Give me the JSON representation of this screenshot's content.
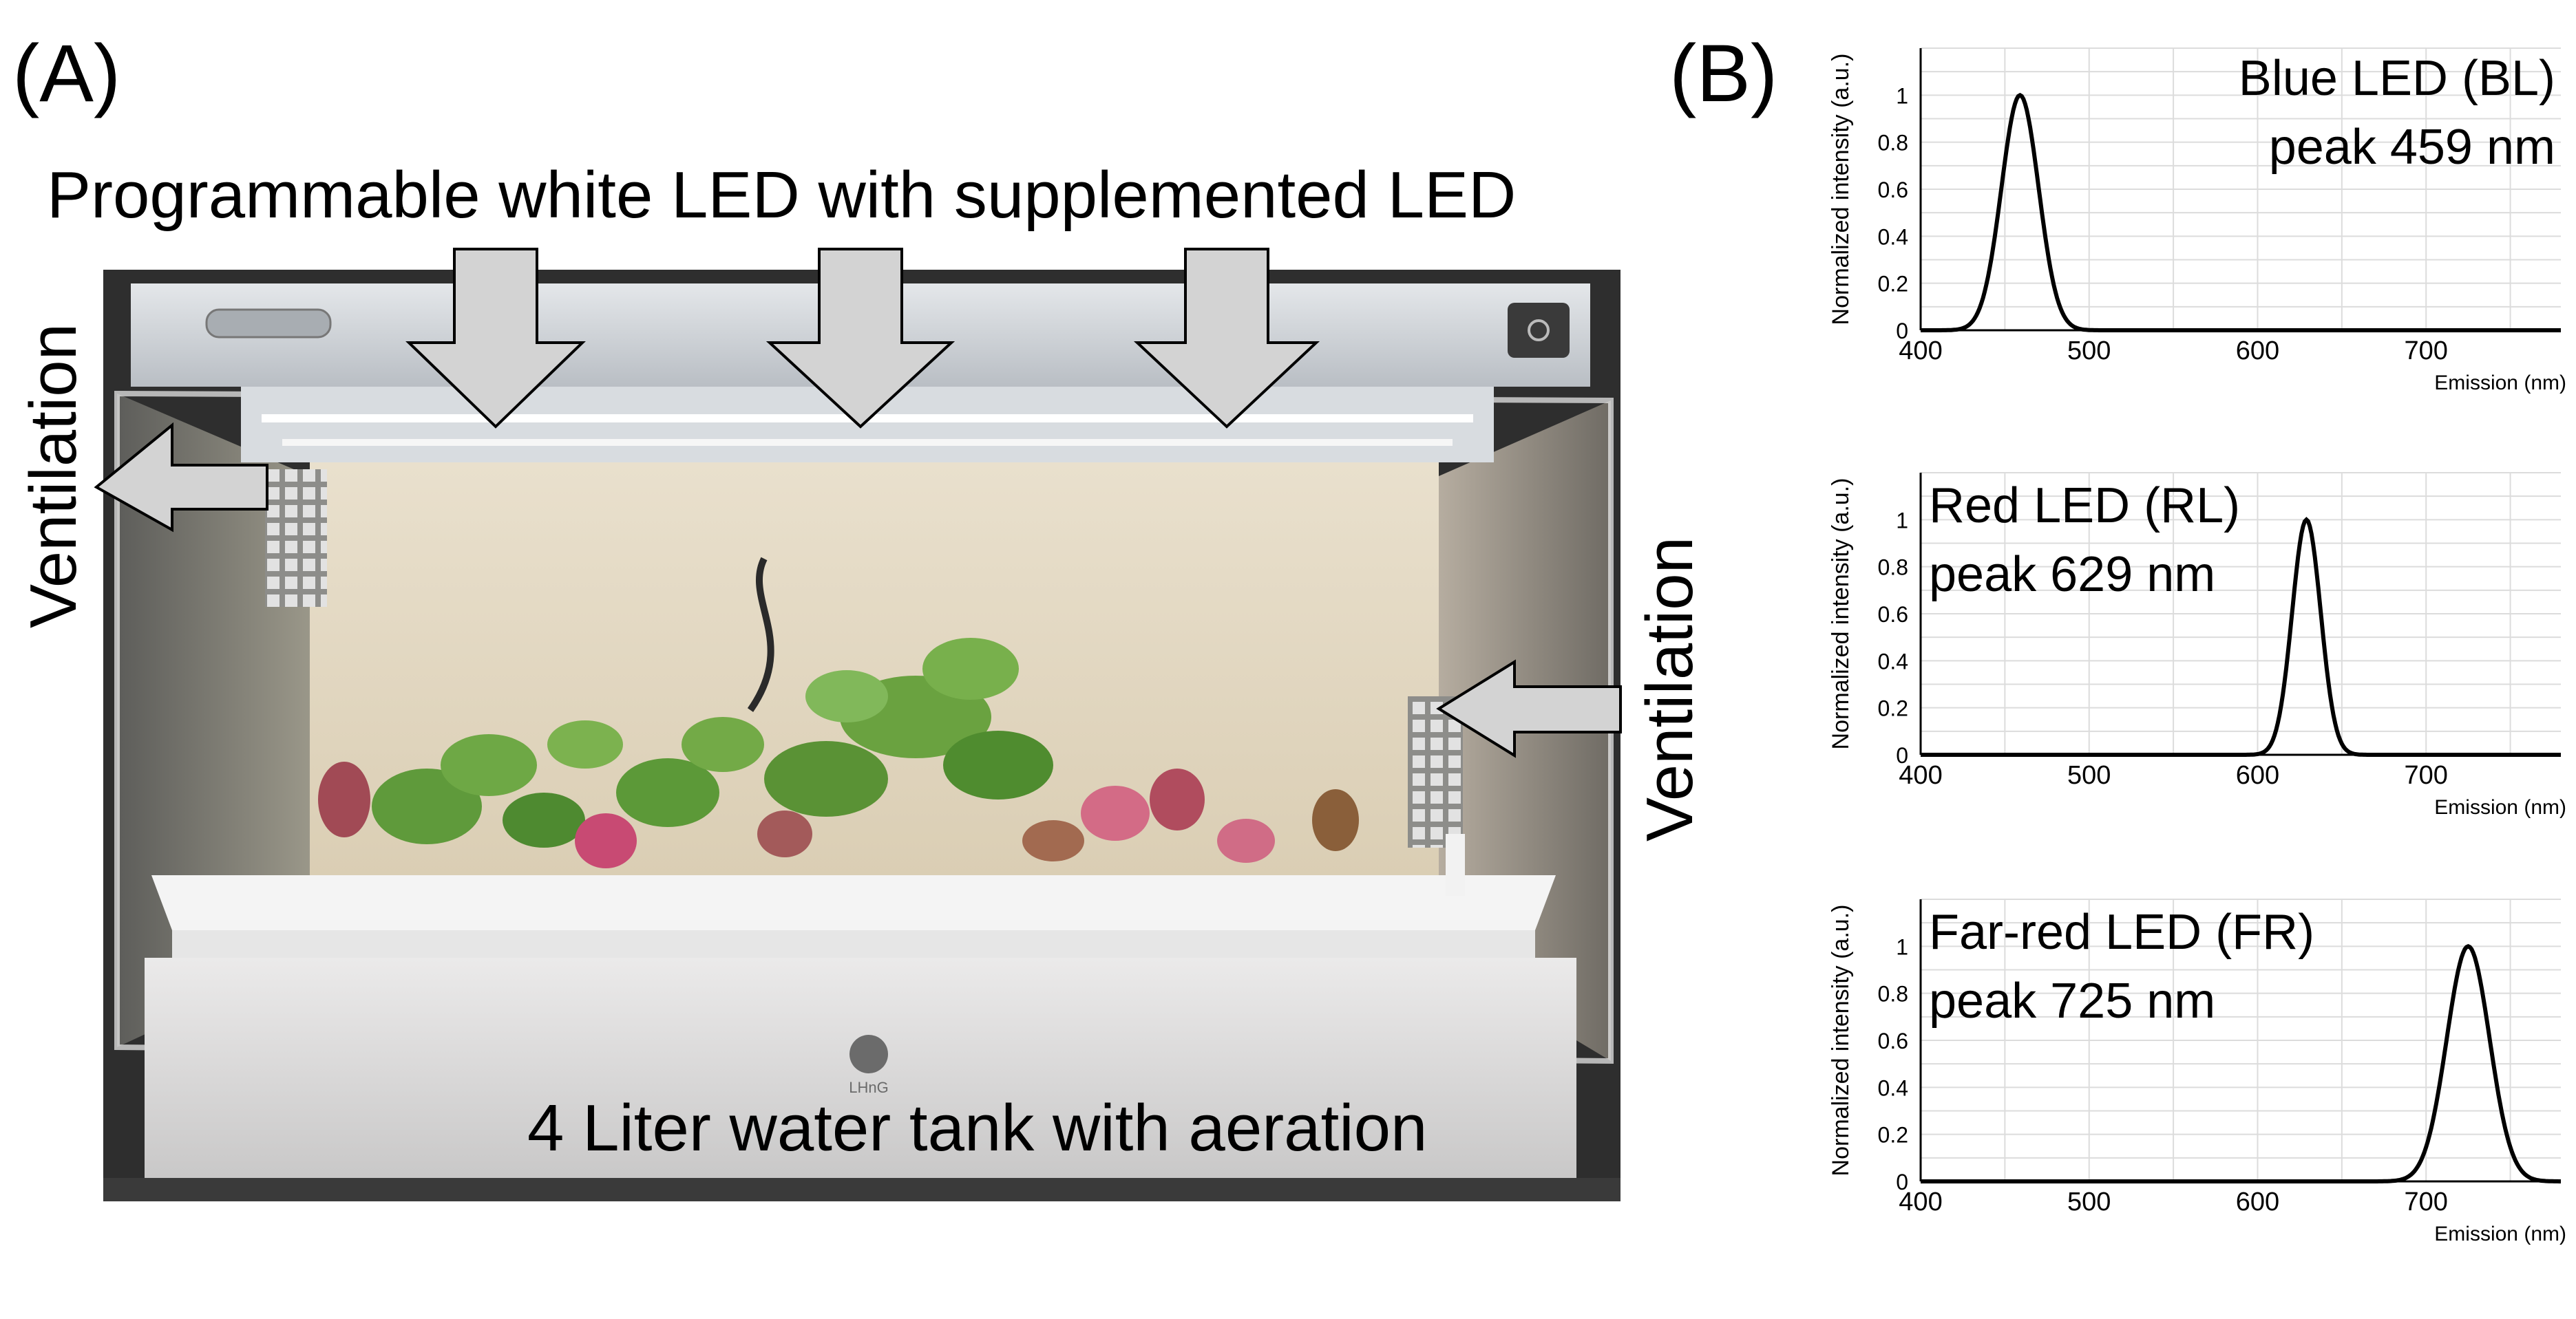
{
  "panels": {
    "a_label": "(A)",
    "b_label": "(B)"
  },
  "photo": {
    "title": "Programmable white LED with supplemented LED",
    "ventilation_left": "Ventilation",
    "ventilation_right": "Ventilation",
    "tank_label": "4 Liter water tank with aeration",
    "logo_text": "LHnG"
  },
  "chart_data": [
    {
      "type": "line",
      "title": "Blue LED (BL)",
      "subtitle": "peak 459 nm",
      "xlabel": "Emission (nm)",
      "ylabel": "Normalized intensity (a.u.)",
      "xlim": [
        400,
        780
      ],
      "ylim": [
        0,
        1.2
      ],
      "xticks": [
        400,
        500,
        600,
        700
      ],
      "yticks": [
        0,
        0.2,
        0.4,
        0.6,
        0.8,
        1
      ],
      "grid": true,
      "peak": 459,
      "fwhm": 26,
      "color": "#000000"
    },
    {
      "type": "line",
      "title": "Red LED (RL)",
      "subtitle": "peak 629 nm",
      "xlabel": "Emission (nm)",
      "ylabel": "Normalized intensity (a.u.)",
      "xlim": [
        400,
        780
      ],
      "ylim": [
        0,
        1.2
      ],
      "xticks": [
        400,
        500,
        600,
        700
      ],
      "yticks": [
        0,
        0.2,
        0.4,
        0.6,
        0.8,
        1
      ],
      "grid": true,
      "peak": 629,
      "fwhm": 20,
      "color": "#000000"
    },
    {
      "type": "line",
      "title": "Far-red LED (FR)",
      "subtitle": "peak 725 nm",
      "xlabel": "Emission (nm)",
      "ylabel": "Normalized intensity (a.u.)",
      "xlim": [
        400,
        780
      ],
      "ylim": [
        0,
        1.2
      ],
      "xticks": [
        400,
        500,
        600,
        700
      ],
      "yticks": [
        0,
        0.2,
        0.4,
        0.6,
        0.8,
        1
      ],
      "grid": true,
      "peak": 725,
      "fwhm": 30,
      "color": "#000000"
    }
  ]
}
